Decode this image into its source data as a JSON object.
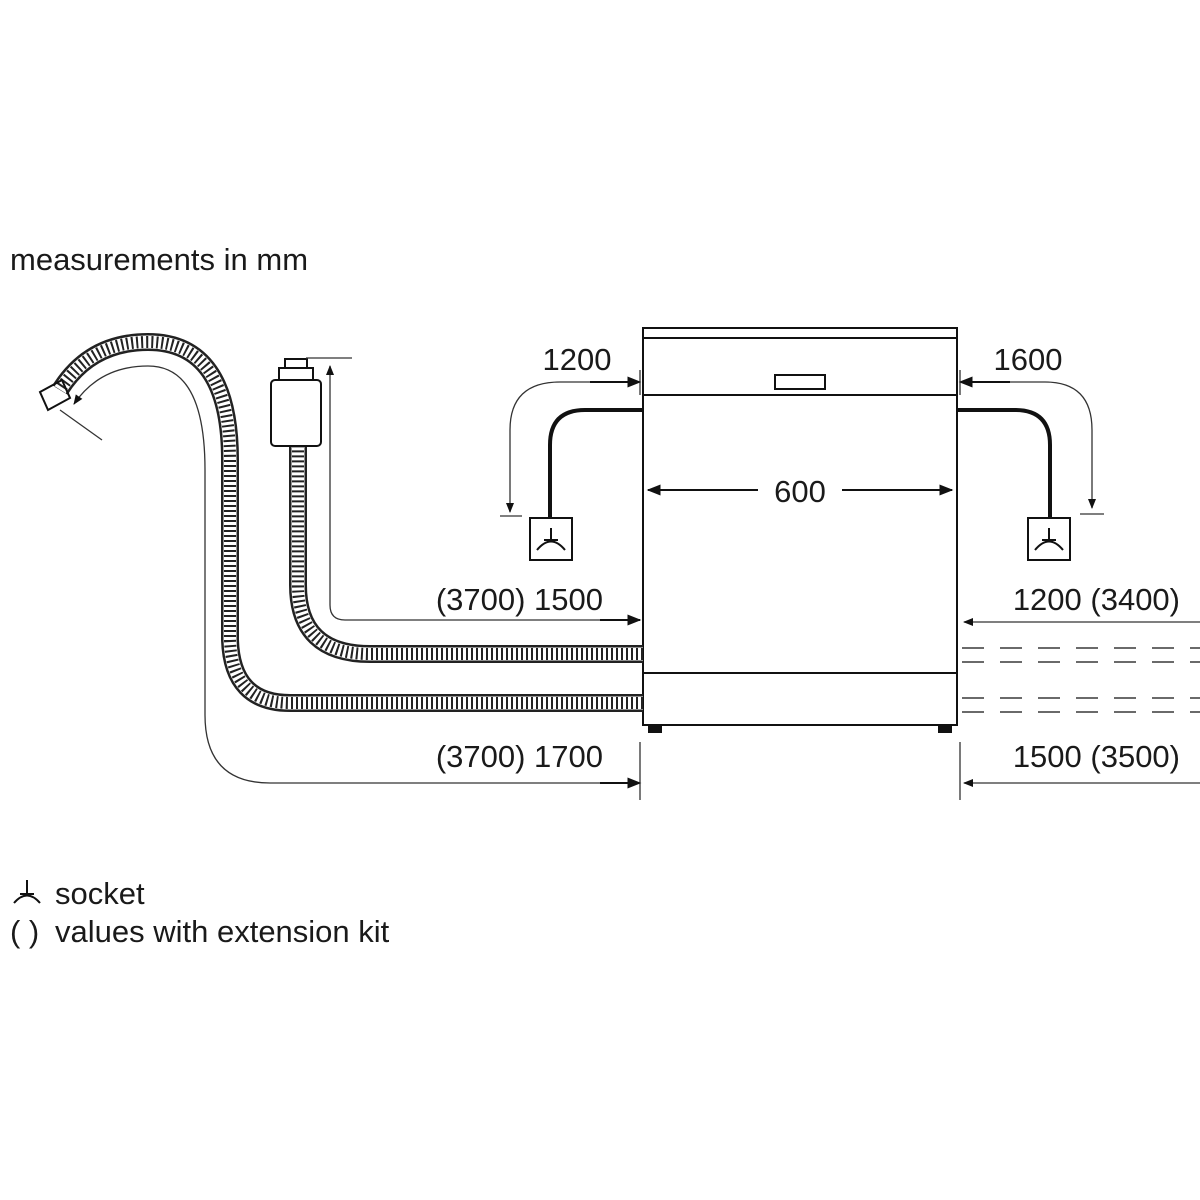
{
  "header": {
    "units_note": "measurements in mm"
  },
  "dimensions": {
    "width": "600",
    "left_cable": "1200",
    "right_cable": "1600",
    "left_inlet": "(3700) 1500",
    "left_drain": "(3700) 1700",
    "right_inlet": "1200 (3400)",
    "right_drain": "1500 (3500)"
  },
  "legend": {
    "socket_symbol": "socket-symbol-icon",
    "socket": "socket",
    "parentheses_symbol": "( )",
    "extension": "values with extension kit"
  },
  "colors": {
    "line": "#111111",
    "background": "#ffffff"
  }
}
